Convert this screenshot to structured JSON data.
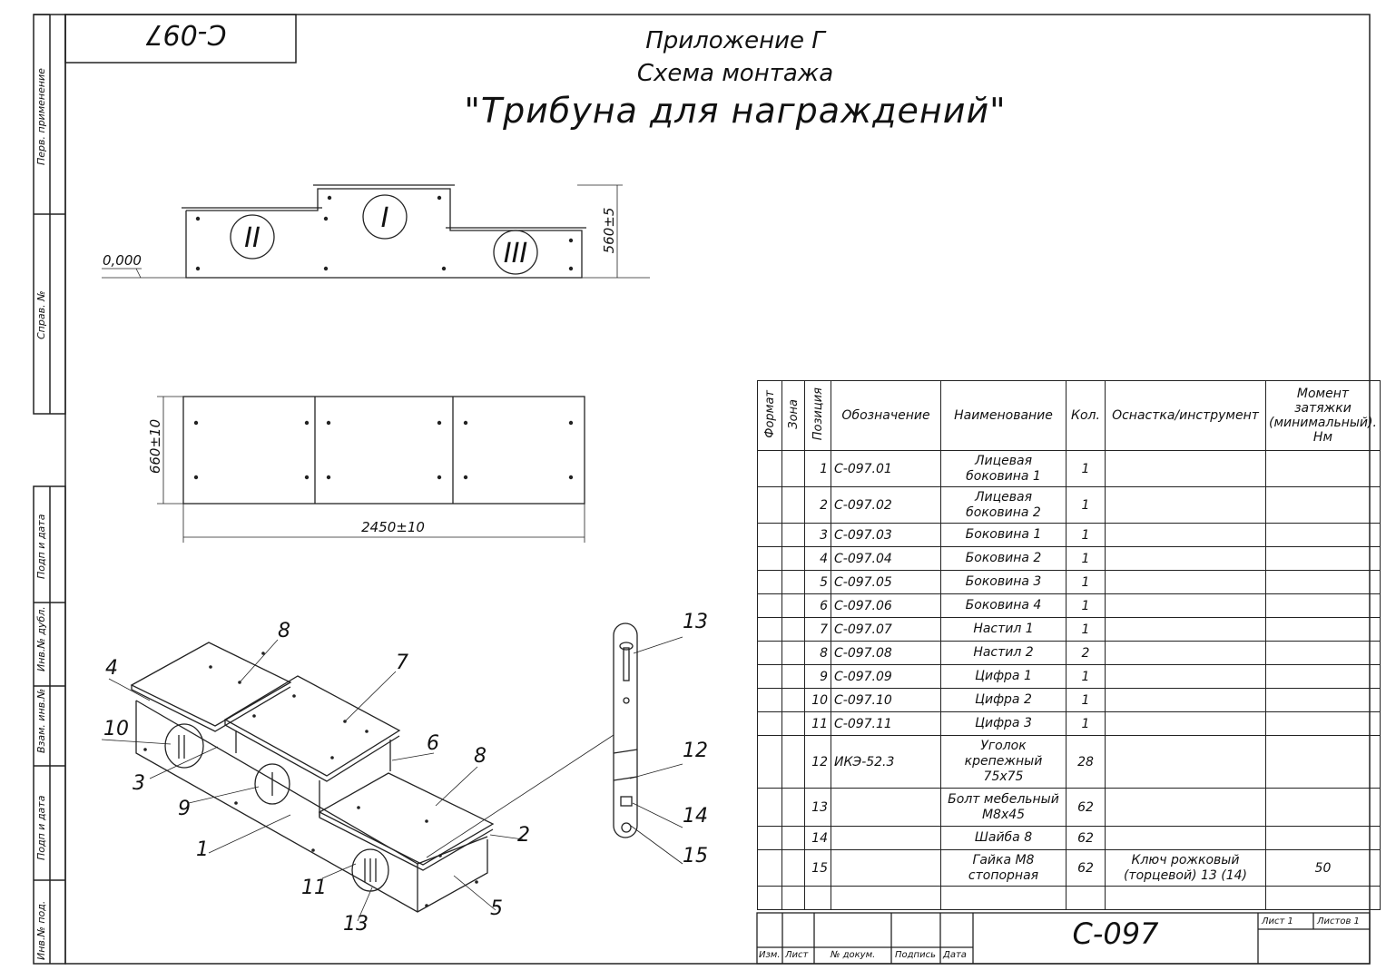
{
  "doc_code_rotated": "C-097",
  "title": {
    "line1": "Приложение Г",
    "line2": "Схема монтажа",
    "line3": "\"Трибуна для награждений\""
  },
  "side_labels": {
    "perv_primenenie": "Перв. применение",
    "sprav_no": "Справ. №",
    "podp_data_1": "Подп и дата",
    "inv_dubl": "Инв.№ дубл.",
    "vzam_inv": "Взам. инв.№",
    "podp_data_2": "Подп и дата",
    "inv_pod": "Инв.№ под."
  },
  "front_view": {
    "level_label": "0,000",
    "height_dim": "560±5",
    "digits": [
      "II",
      "I",
      "III"
    ]
  },
  "top_view": {
    "depth_dim": "660±10",
    "width_dim": "2450±10"
  },
  "iso_callouts": [
    "8",
    "7",
    "4",
    "10",
    "6",
    "8",
    "3",
    "9",
    "1",
    "2",
    "11",
    "13",
    "5"
  ],
  "detail_callouts": [
    "13",
    "12",
    "14",
    "15"
  ],
  "spec_table": {
    "headers": {
      "format": "Формат",
      "zone": "Зона",
      "position": "Позиция",
      "designation": "Обозначение",
      "name": "Наименование",
      "qty": "Кол.",
      "tool": "Оснастка/инструмент",
      "torque": "Момент затяжки (минимальный). Нм"
    },
    "rows": [
      {
        "pos": "1",
        "des": "C-097.01",
        "name": "Лицевая боковина 1",
        "qty": "1",
        "tool": "",
        "torque": ""
      },
      {
        "pos": "2",
        "des": "C-097.02",
        "name": "Лицевая боковина 2",
        "qty": "1",
        "tool": "",
        "torque": ""
      },
      {
        "pos": "3",
        "des": "C-097.03",
        "name": "Боковина 1",
        "qty": "1",
        "tool": "",
        "torque": ""
      },
      {
        "pos": "4",
        "des": "C-097.04",
        "name": "Боковина 2",
        "qty": "1",
        "tool": "",
        "torque": ""
      },
      {
        "pos": "5",
        "des": "C-097.05",
        "name": "Боковина 3",
        "qty": "1",
        "tool": "",
        "torque": ""
      },
      {
        "pos": "6",
        "des": "C-097.06",
        "name": "Боковина 4",
        "qty": "1",
        "tool": "",
        "torque": ""
      },
      {
        "pos": "7",
        "des": "C-097.07",
        "name": "Настил 1",
        "qty": "1",
        "tool": "",
        "torque": ""
      },
      {
        "pos": "8",
        "des": "C-097.08",
        "name": "Настил 2",
        "qty": "2",
        "tool": "",
        "torque": ""
      },
      {
        "pos": "9",
        "des": "C-097.09",
        "name": "Цифра 1",
        "qty": "1",
        "tool": "",
        "torque": ""
      },
      {
        "pos": "10",
        "des": "C-097.10",
        "name": "Цифра 2",
        "qty": "1",
        "tool": "",
        "torque": ""
      },
      {
        "pos": "11",
        "des": "C-097.11",
        "name": "Цифра 3",
        "qty": "1",
        "tool": "",
        "torque": ""
      },
      {
        "pos": "12",
        "des": "ИКЭ-52.3",
        "name": "Уголок крепежный 75х75",
        "qty": "28",
        "tool": "",
        "torque": ""
      },
      {
        "pos": "13",
        "des": "",
        "name": "Болт мебельный М8х45",
        "qty": "62",
        "tool": "",
        "torque": ""
      },
      {
        "pos": "14",
        "des": "",
        "name": "Шайба 8",
        "qty": "62",
        "tool": "",
        "torque": ""
      },
      {
        "pos": "15",
        "des": "",
        "name": "Гайка М8 стопорная",
        "qty": "62",
        "tool": "Ключ рожковый (торцевой) 13 (14)",
        "torque": "50"
      }
    ]
  },
  "title_block": {
    "code": "C-097",
    "sheet": "Лист 1",
    "sheets": "Листов 1",
    "izm": "Изм.",
    "list": "Лист",
    "dokum": "№ докум.",
    "podpis": "Подпись",
    "data": "Дата"
  }
}
